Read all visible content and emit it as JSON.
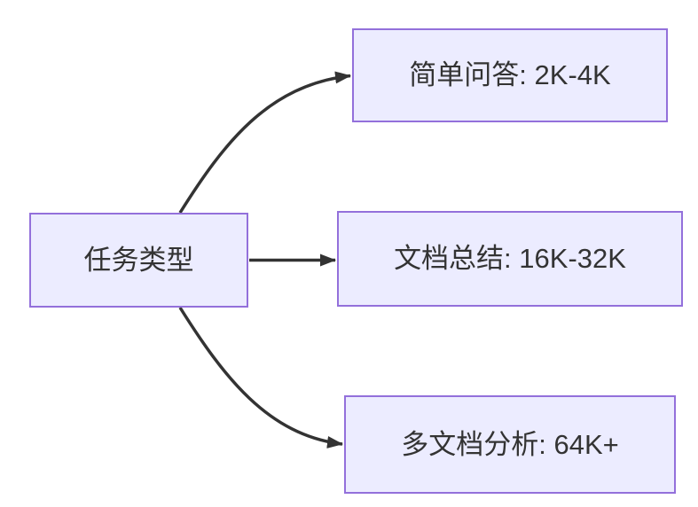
{
  "diagram": {
    "type": "flowchart",
    "direction": "left-to-right",
    "nodes": [
      {
        "id": "task-type",
        "label": "任务类型"
      },
      {
        "id": "simple-qa",
        "label": "简单问答: 2K-4K"
      },
      {
        "id": "doc-summary",
        "label": "文档总结: 16K-32K"
      },
      {
        "id": "multi-doc",
        "label": "多文档分析: 64K+"
      }
    ],
    "edges": [
      {
        "from": "task-type",
        "to": "simple-qa"
      },
      {
        "from": "task-type",
        "to": "doc-summary"
      },
      {
        "from": "task-type",
        "to": "multi-doc"
      }
    ],
    "colors": {
      "node_fill": "#ECECFF",
      "node_border": "#9370DB",
      "edge": "#333333",
      "text": "#333333",
      "background": "#FFFFFF"
    }
  }
}
